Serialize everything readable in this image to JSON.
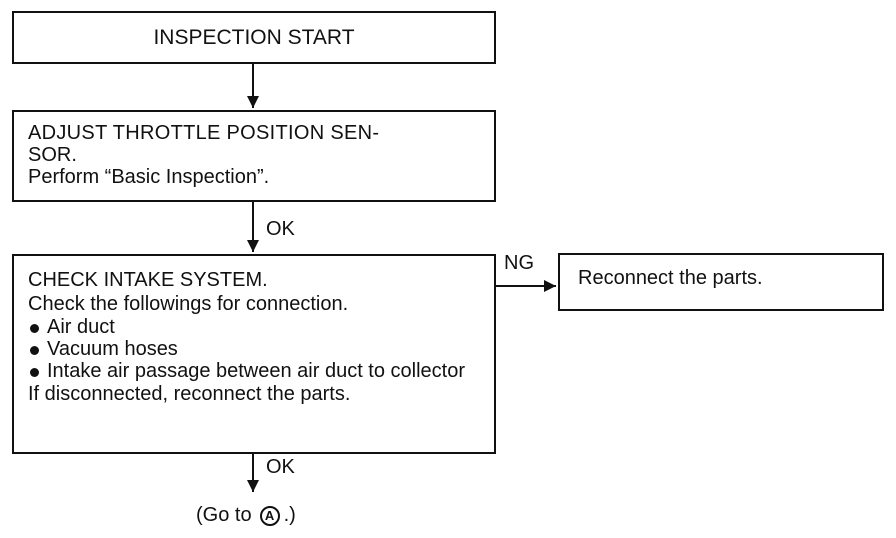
{
  "start_box": {
    "text": "INSPECTION START"
  },
  "adjust_box": {
    "title_line1": "ADJUST THROTTLE POSITION SEN-",
    "title_line2": "SOR.",
    "instruction": "Perform “Basic Inspection”."
  },
  "check_box": {
    "title": "CHECK INTAKE SYSTEM.",
    "instruction": "Check the followings for connection.",
    "items": [
      "Air duct",
      "Vacuum hoses",
      "Intake air passage between air duct to collector"
    ],
    "footer": "If disconnected, reconnect the parts."
  },
  "reconnect_box": {
    "text": "Reconnect the parts."
  },
  "labels": {
    "ok_1": "OK",
    "ok_2": "OK",
    "ng": "NG"
  },
  "go_to": {
    "prefix": "(Go to",
    "marker": "A",
    "suffix": ".)"
  }
}
